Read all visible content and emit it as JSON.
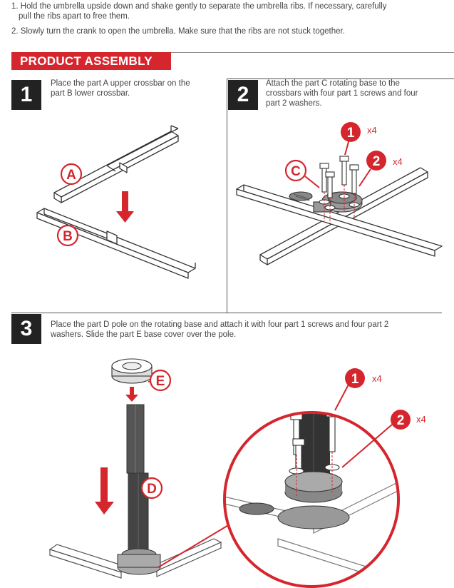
{
  "intro": {
    "line1a": "1. Hold the umbrella upside down and shake gently to separate the umbrella ribs. If necessary, carefully",
    "line1b": "pull the ribs apart to free them.",
    "line2": "2. Slowly turn the crank to open the umbrella. Make sure that the ribs are not stuck together."
  },
  "section": {
    "title": "PRODUCT ASSEMBLY"
  },
  "colors": {
    "accent": "#d5262e",
    "step_bg": "#222222"
  },
  "steps": [
    {
      "number": "1",
      "text_l1": "Place the part A upper crossbar on the",
      "text_l2": "part B lower crossbar."
    },
    {
      "number": "2",
      "text_l1": "Attach the part C rotating base to the",
      "text_l2": "crossbars with four part 1 screws and four",
      "text_l3": "part 2 washers."
    },
    {
      "number": "3",
      "text_l1": "Place the part D pole on the rotating base and attach it with four part 1 screws and four part 2",
      "text_l2": "washers. Slide the part E base cover over the pole."
    }
  ],
  "labels": {
    "A": "A",
    "B": "B",
    "C": "C",
    "D": "D",
    "E": "E",
    "part1": "1",
    "part2": "2",
    "qty": "x4"
  }
}
